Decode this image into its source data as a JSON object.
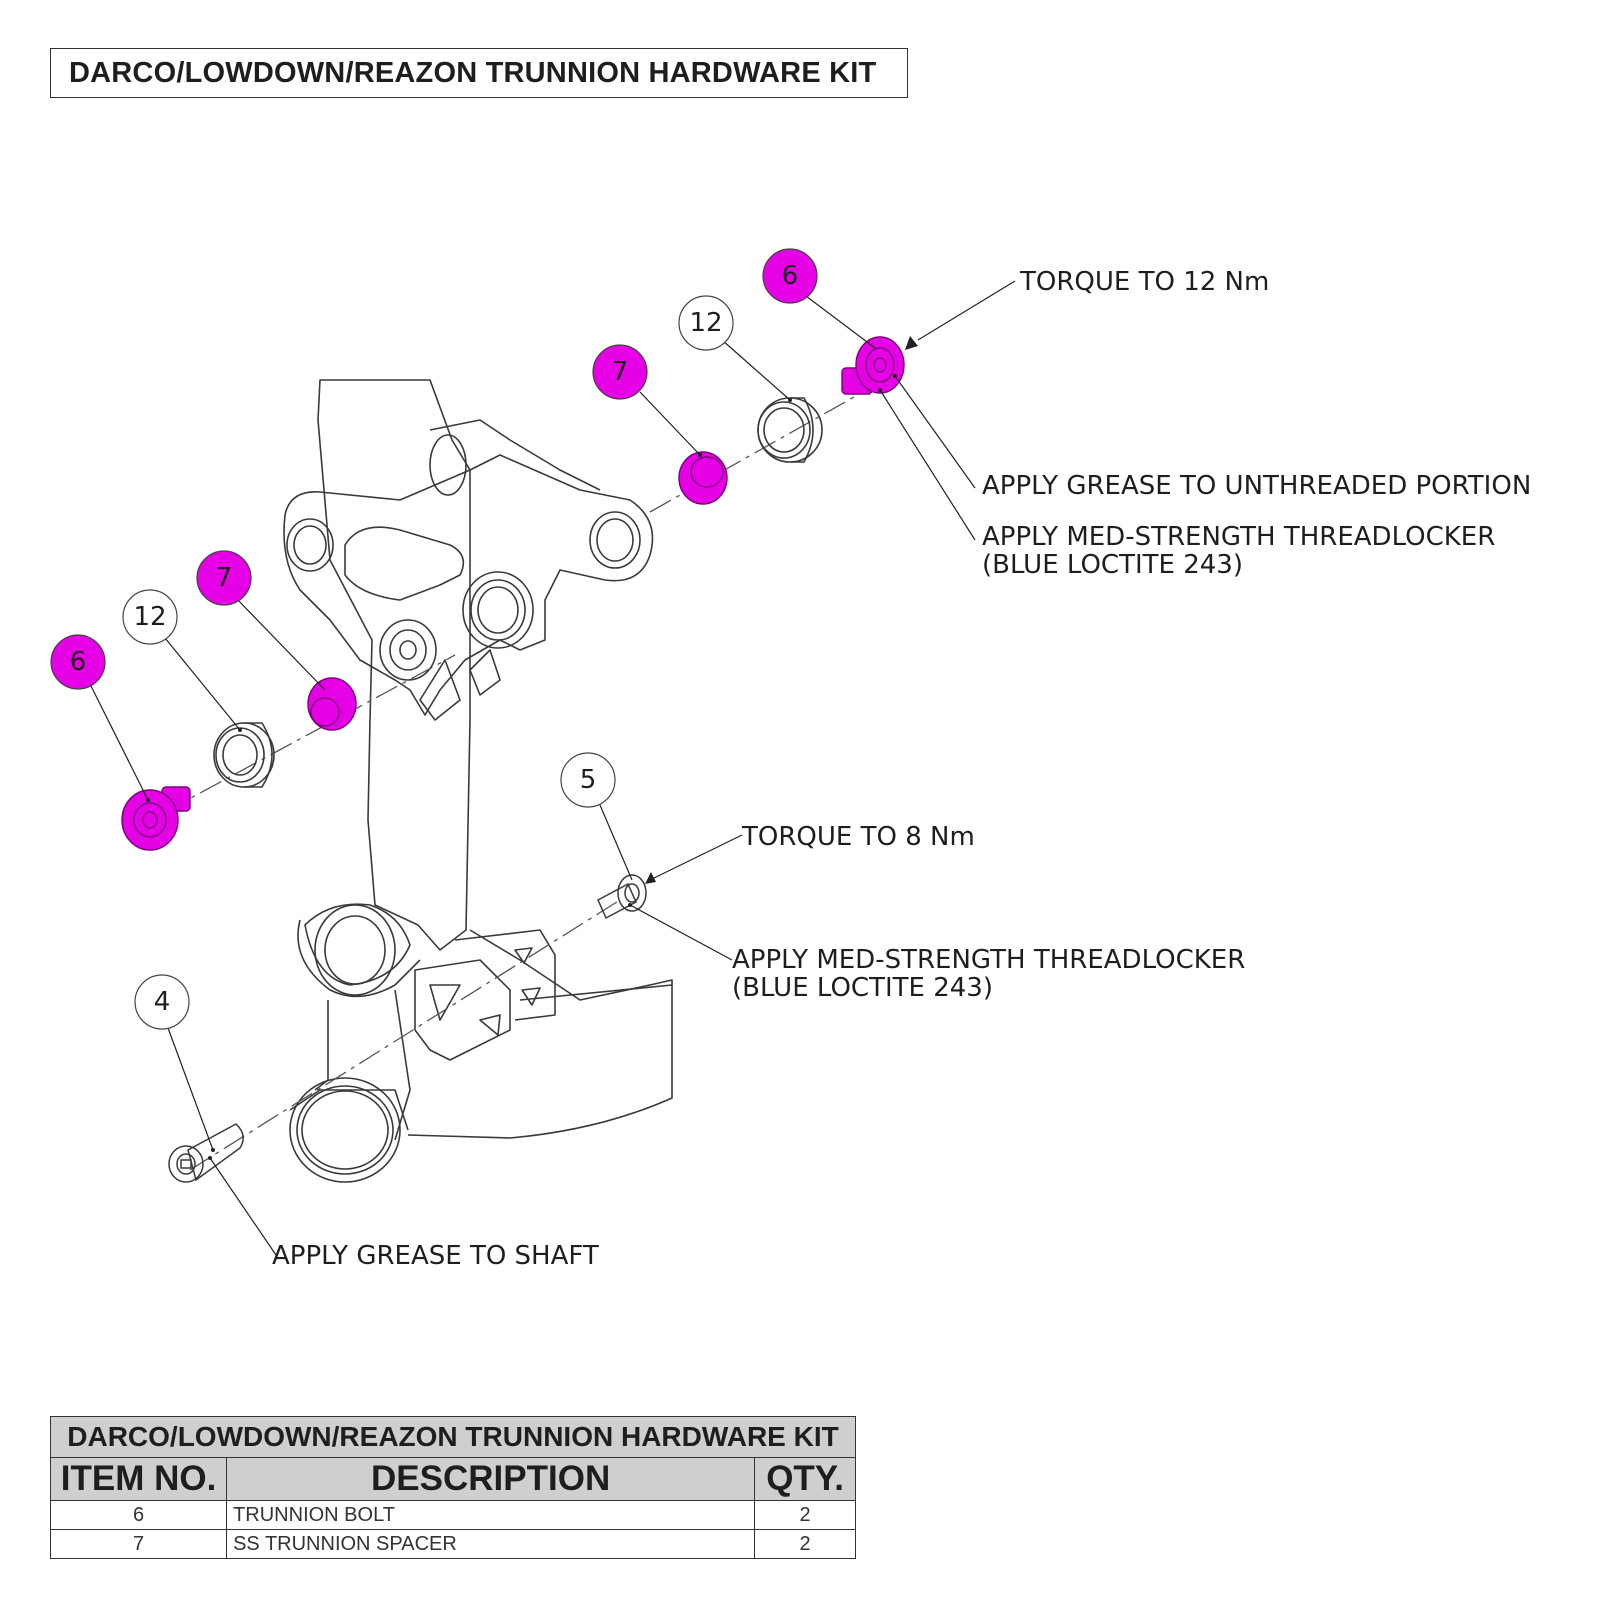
{
  "title": "DARCO/LOWDOWN/REAZON TRUNNION HARDWARE KIT",
  "colors": {
    "highlight": "#e600e6",
    "line": "#333333",
    "table_header_bg": "#cfcfcf"
  },
  "balloons": {
    "b6_top": "6",
    "b12_top": "12",
    "b7_top": "7",
    "b7_left": "7",
    "b12_left": "12",
    "b6_left": "6",
    "b5": "5",
    "b4": "4"
  },
  "notes": {
    "torque_12": "TORQUE TO 12 Nm",
    "grease_unthreaded": "APPLY GREASE TO UNTHREADED PORTION",
    "threadlocker_top_1": "APPLY MED-STRENGTH THREADLOCKER",
    "threadlocker_top_2": "(BLUE LOCTITE 243)",
    "torque_8": "TORQUE TO 8 Nm",
    "threadlocker_mid_1": "APPLY MED-STRENGTH THREADLOCKER",
    "threadlocker_mid_2": "(BLUE LOCTITE 243)",
    "grease_shaft": "APPLY GREASE TO SHAFT"
  },
  "bom": {
    "title": "DARCO/LOWDOWN/REAZON TRUNNION HARDWARE KIT",
    "headers": [
      "ITEM NO.",
      "DESCRIPTION",
      "QTY."
    ],
    "rows": [
      {
        "item": "6",
        "description": "TRUNNION BOLT",
        "qty": "2"
      },
      {
        "item": "7",
        "description": "SS TRUNNION SPACER",
        "qty": "2"
      }
    ]
  }
}
